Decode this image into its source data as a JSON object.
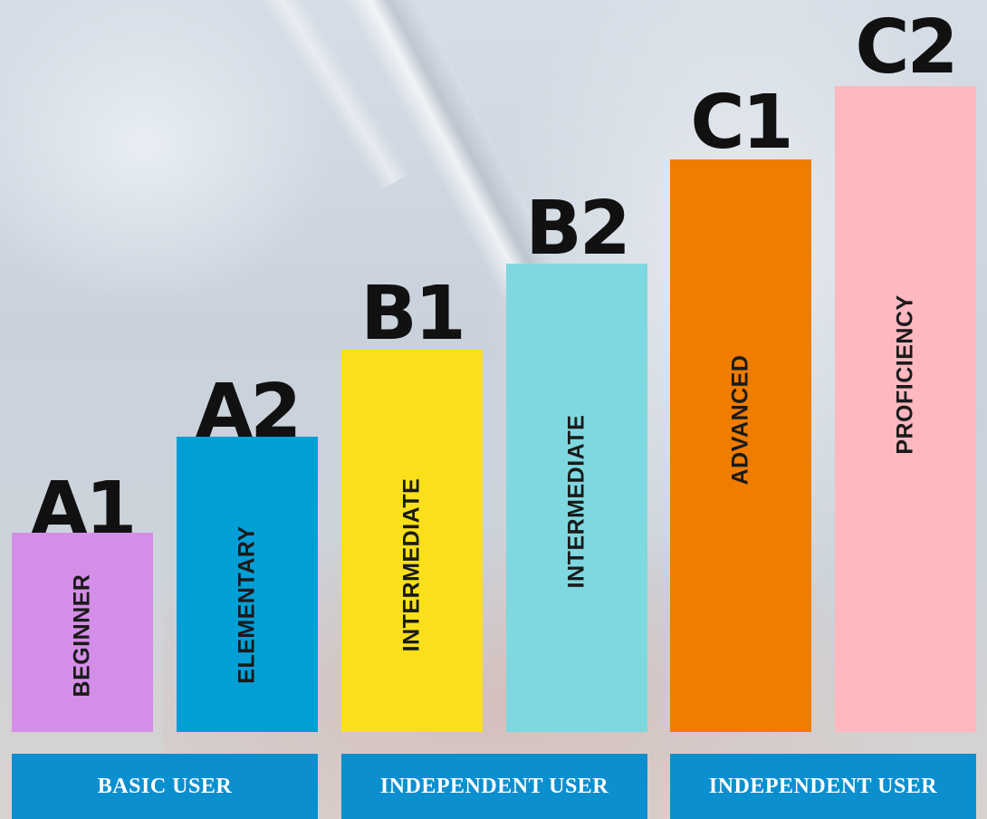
{
  "levels": [
    {
      "code": "A1",
      "label": "BEGINNER",
      "color": "#d58ee8"
    },
    {
      "code": "A2",
      "label": "ELEMENTARY",
      "color": "#029fd6"
    },
    {
      "code": "B1",
      "label": "INTERMEDIATE",
      "color": "#fae01a"
    },
    {
      "code": "B2",
      "label": "INTERMEDIATE",
      "color": "#7fd8e0"
    },
    {
      "code": "C1",
      "label": "ADVANCED",
      "color": "#f07c00"
    },
    {
      "code": "C2",
      "label": "PROFICIENCY",
      "color": "#ffb8bf"
    }
  ],
  "groups": [
    {
      "label": "BASIC USER"
    },
    {
      "label": "INDEPENDENT USER"
    },
    {
      "label": "INDEPENDENT USER"
    }
  ],
  "group_color": "#0b8fcf"
}
